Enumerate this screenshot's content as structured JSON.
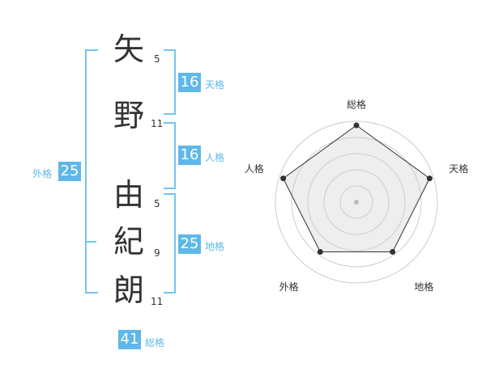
{
  "name": {
    "chars": [
      {
        "char": "矢",
        "strokes": "5"
      },
      {
        "char": "野",
        "strokes": "11"
      },
      {
        "char": "由",
        "strokes": "5"
      },
      {
        "char": "紀",
        "strokes": "9"
      },
      {
        "char": "朗",
        "strokes": "11"
      }
    ]
  },
  "fortune": {
    "tenkaku": {
      "value": "16",
      "label": "天格"
    },
    "jinkaku": {
      "value": "16",
      "label": "人格"
    },
    "chikaku": {
      "value": "25",
      "label": "地格"
    },
    "gaikaku": {
      "value": "25",
      "label": "外格"
    },
    "soukaku": {
      "value": "41",
      "label": "総格"
    }
  },
  "chart_data": {
    "type": "radar",
    "categories": [
      "総格",
      "天格",
      "地格",
      "外格",
      "人格"
    ],
    "values": [
      5,
      5,
      4,
      4,
      5
    ],
    "max": 5,
    "rings": 5,
    "colors": {
      "fill": "#eeeeee",
      "line": "#333333",
      "ring": "#cccccc",
      "point": "#333333"
    }
  }
}
